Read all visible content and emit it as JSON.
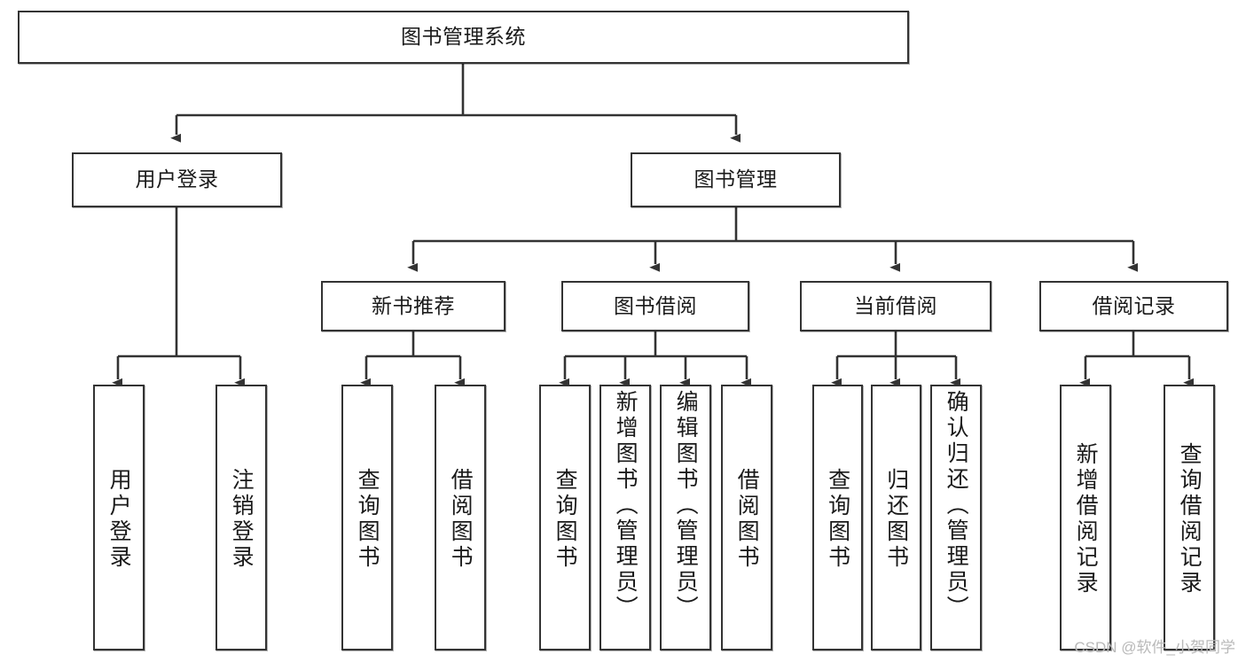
{
  "diagram": {
    "title": "图书管理系统",
    "type": "tree-hierarchy-chart",
    "orientation": "top-down",
    "line_color": "#333333",
    "box_fill": "#ffffff",
    "text_color": "#1a1a1a",
    "watermark": "CSDN @软件_小贺同学"
  },
  "nodes": {
    "root": {
      "label": "图书管理系统"
    },
    "level2": [
      {
        "label": "用户登录"
      },
      {
        "label": "图书管理"
      }
    ],
    "level3": [
      {
        "label": "新书推荐"
      },
      {
        "label": "图书借阅"
      },
      {
        "label": "当前借阅"
      },
      {
        "label": "借阅记录"
      }
    ],
    "leaves_user_login": [
      {
        "label": "用户登录"
      },
      {
        "label": "注销登录"
      }
    ],
    "leaves_new_book": [
      {
        "label": "查询图书"
      },
      {
        "label": "借阅图书"
      }
    ],
    "leaves_borrow": [
      {
        "label": "查询图书"
      },
      {
        "label": "新增图书（管理员）"
      },
      {
        "label": "编辑图书（管理员）"
      },
      {
        "label": "借阅图书"
      }
    ],
    "leaves_current": [
      {
        "label": "查询图书"
      },
      {
        "label": "归还图书"
      },
      {
        "label": "确认归还（管理员）"
      }
    ],
    "leaves_records": [
      {
        "label": "新增借阅记录"
      },
      {
        "label": "查询借阅记录"
      }
    ]
  }
}
